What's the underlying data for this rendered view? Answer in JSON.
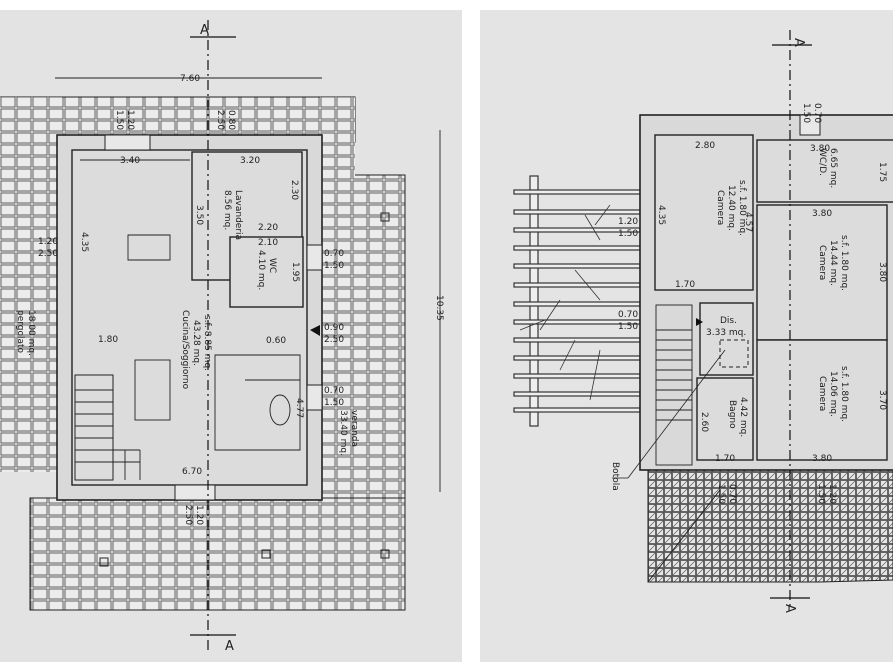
{
  "section_marker": "A",
  "ground_floor": {
    "overall_width": "7.60",
    "overall_depth": "10.35",
    "openings": {
      "top_left": [
        "1.20",
        "1.50"
      ],
      "top_mid": [
        "0.80",
        "2.50"
      ],
      "left": [
        "1.20",
        "2.50"
      ],
      "right_wc": [
        "0.70",
        "1.50"
      ],
      "right_entry": [
        "0.90",
        "2.50"
      ],
      "right_lower": [
        "0.70",
        "1.50"
      ],
      "bottom": [
        "1.20",
        "2.50"
      ]
    },
    "dimensions": {
      "kitchen_width": "3.40",
      "laundry_width": "3.20",
      "laundry_depth": "2.30",
      "laundry_lower": "2.20",
      "laundry_side": "3.50",
      "wc_width": "2.10",
      "wc_depth": "1.95",
      "left_depth": "4.35",
      "stair_width": "1.80",
      "entry": "0.60",
      "right_depth": "4.77",
      "bottom_width": "6.70"
    },
    "rooms": {
      "laundry": [
        "Lavanderia",
        "8.56 mq."
      ],
      "wc": [
        "WC",
        "4.10 mq."
      ],
      "living": [
        "Cucina/Soggiorno",
        "43.28 mq.",
        "s.f. 8.85 mq."
      ],
      "pergola": [
        "pergolato",
        "18.00 mq."
      ],
      "veranda": [
        "veranda",
        "33.40 mq."
      ]
    }
  },
  "first_floor": {
    "openings": {
      "top": [
        "0.70",
        "1.50"
      ],
      "left_upper": [
        "1.20",
        "1.50"
      ],
      "left_lower": [
        "0.70",
        "1.50"
      ],
      "bottom_left": [
        "0.70",
        "1.50"
      ],
      "bottom_right": [
        "1.20",
        "1.50"
      ]
    },
    "dimensions": {
      "bed1_width": "2.80",
      "bed1_depth": "4.35",
      "bed1_side": "4.57",
      "bed1_lower": "1.70",
      "wcd_width": "3.80",
      "wcd_depth": "1.75",
      "bed2_width": "3.80",
      "bed2_depth": "3.80",
      "bed3_depth": "3.70",
      "bed3_width": "3.80",
      "bath_depth": "2.60",
      "bath_width": "1.70"
    },
    "rooms": {
      "bed1": [
        "Camera",
        "12.40 mq.",
        "s.f. 1.80 mq."
      ],
      "wcd": [
        "WC/D.",
        "6.65 mq."
      ],
      "bed2": [
        "Camera",
        "14.44 mq.",
        "s.f. 1.80 mq."
      ],
      "hall": [
        "Dis.",
        "3.33 mq."
      ],
      "bed3": [
        "Camera",
        "14.06 mq.",
        "s.f. 1.80 mq."
      ],
      "bath": [
        "Bagno",
        "4.42 mq."
      ],
      "hatch": "Botola"
    }
  }
}
